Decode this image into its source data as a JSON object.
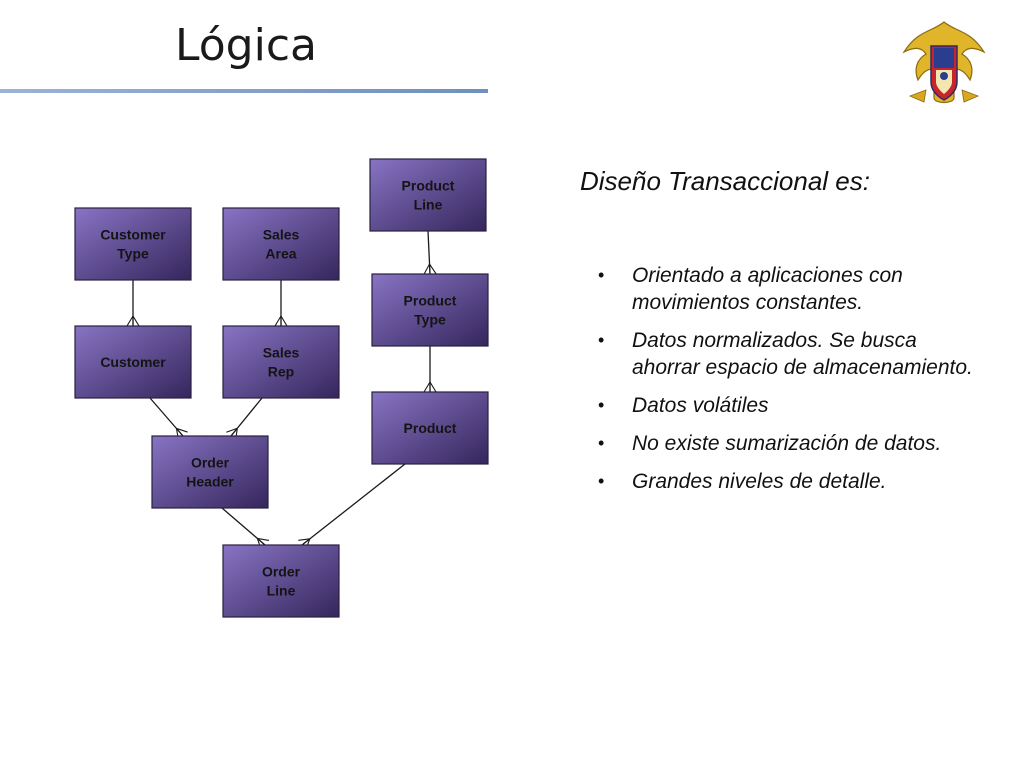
{
  "slide": {
    "title": "Lógica"
  },
  "diagram": {
    "entities": [
      {
        "id": "customer_type",
        "lines": [
          "Customer",
          "Type"
        ]
      },
      {
        "id": "sales_area",
        "lines": [
          "Sales",
          "Area"
        ]
      },
      {
        "id": "product_line",
        "lines": [
          "Product",
          "Line"
        ]
      },
      {
        "id": "customer",
        "lines": [
          "Customer"
        ]
      },
      {
        "id": "sales_rep",
        "lines": [
          "Sales",
          "Rep"
        ]
      },
      {
        "id": "product_type",
        "lines": [
          "Product",
          "Type"
        ]
      },
      {
        "id": "product",
        "lines": [
          "Product"
        ]
      },
      {
        "id": "order_header",
        "lines": [
          "Order",
          "Header"
        ]
      },
      {
        "id": "order_line",
        "lines": [
          "Order",
          "Line"
        ]
      }
    ],
    "relationships": [
      {
        "from": "customer_type",
        "to": "customer",
        "cardinality": "one-to-many"
      },
      {
        "from": "sales_area",
        "to": "sales_rep",
        "cardinality": "one-to-many"
      },
      {
        "from": "product_line",
        "to": "product_type",
        "cardinality": "one-to-many"
      },
      {
        "from": "product_type",
        "to": "product",
        "cardinality": "one-to-many"
      },
      {
        "from": "customer",
        "to": "order_header",
        "cardinality": "one-to-many"
      },
      {
        "from": "sales_rep",
        "to": "order_header",
        "cardinality": "one-to-many"
      },
      {
        "from": "order_header",
        "to": "order_line",
        "cardinality": "one-to-many"
      },
      {
        "from": "product",
        "to": "order_line",
        "cardinality": "one-to-many"
      }
    ],
    "colors": {
      "box_top": "#8874c4",
      "box_bottom": "#35265c"
    }
  },
  "panel": {
    "heading": "Diseño Transaccional es:",
    "bullet_glyph": "•",
    "bullets": [
      "Orientado a aplicaciones con movimientos constantes.",
      "Datos normalizados. Se busca ahorrar espacio de almacenamiento.",
      "Datos volátiles",
      "No existe sumarización de datos.",
      "Grandes niveles de detalle."
    ]
  },
  "logo": {
    "icon": "university-crest-icon"
  }
}
